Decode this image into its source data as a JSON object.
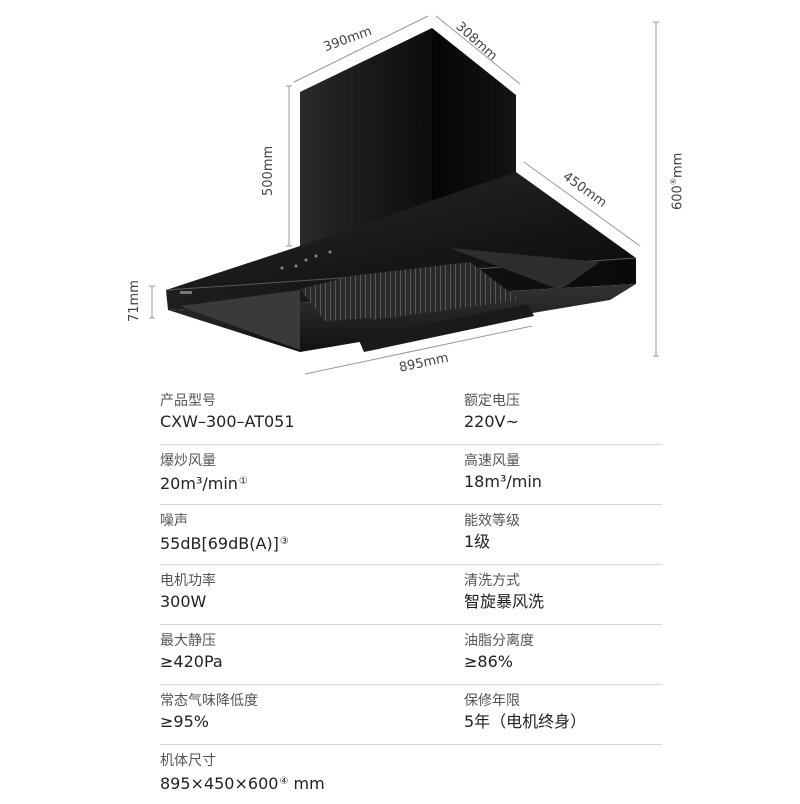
{
  "dimensions": {
    "top_width": "390mm",
    "top_depth": "308mm",
    "chimney_height": "500mm",
    "hood_depth": "450mm",
    "total_height_value": "600",
    "total_height_note": "④",
    "total_height_unit": "mm",
    "panel_height": "71mm",
    "body_width": "895mm"
  },
  "specs": [
    {
      "left": {
        "label": "产品型号",
        "value": "CXW–300–AT051",
        "note": ""
      },
      "right": {
        "label": "额定电压",
        "value": "220V~",
        "note": ""
      }
    },
    {
      "left": {
        "label": "爆炒风量",
        "value": "20m³/min",
        "note": "①"
      },
      "right": {
        "label": "高速风量",
        "value": "18m³/min",
        "note": ""
      }
    },
    {
      "left": {
        "label": "噪声",
        "value": "55dB[69dB(A)]",
        "note": "③"
      },
      "right": {
        "label": "能效等级",
        "value": "1级",
        "note": ""
      }
    },
    {
      "left": {
        "label": "电机功率",
        "value": "300W",
        "note": ""
      },
      "right": {
        "label": "清洗方式",
        "value": "智旋暴风洗",
        "note": ""
      }
    },
    {
      "left": {
        "label": "最大静压",
        "value": "≥420Pa",
        "note": ""
      },
      "right": {
        "label": "油脂分离度",
        "value": "≥86%",
        "note": ""
      }
    },
    {
      "left": {
        "label": "常态气味降低度",
        "value": "≥95%",
        "note": ""
      },
      "right": {
        "label": "保修年限",
        "value": "5年（电机终身）",
        "note": ""
      }
    },
    {
      "left": {
        "label": "机体尺寸",
        "value": "895×450×600",
        "note": "④",
        "unit": "mm"
      },
      "right": null
    }
  ]
}
